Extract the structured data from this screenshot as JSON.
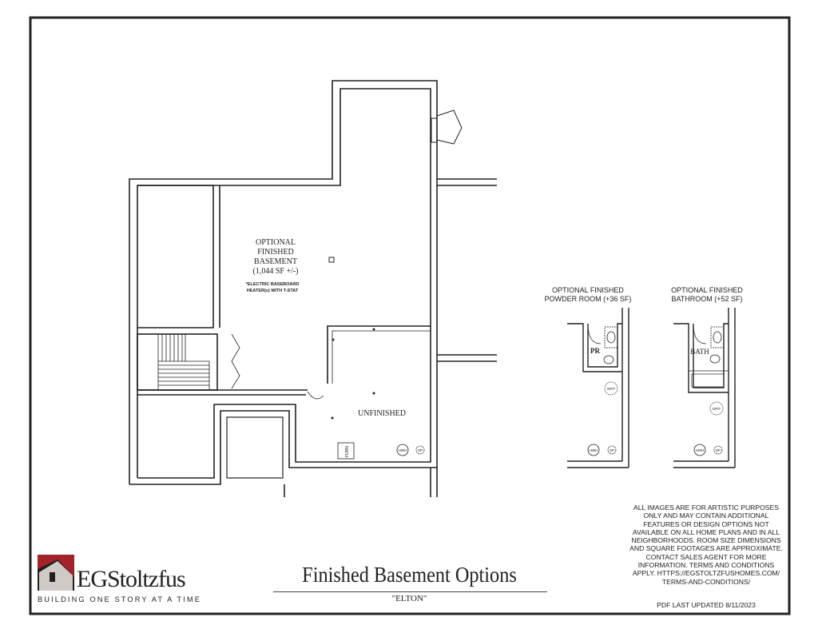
{
  "plan": {
    "main_room": [
      "OPTIONAL",
      "FINISHED",
      "BASEMENT",
      "(1,044 SF +/-)"
    ],
    "heater_note": [
      "*ELECTRIC BASEBOARD",
      "HEATER(s) WITH T-STAT"
    ],
    "unfinished_label": "UNFINISHED",
    "furnace_label": "FURN",
    "hwh_label": "HWH",
    "sp_label": "SP"
  },
  "options": [
    {
      "title": [
        "OPTIONAL FINISHED",
        "POWDER ROOM (+36 SF)"
      ],
      "room_label": "PR",
      "gpit_label": "GPIT",
      "hwh_label": "HWH",
      "sp_label": "SP"
    },
    {
      "title": [
        "OPTIONAL FINISHED",
        "BATHROOM (+52 SF)"
      ],
      "room_label": "BATH",
      "gpit_label": "GPIT",
      "hwh_label": "HWH",
      "sp_label": "SP"
    }
  ],
  "footer": {
    "logo_name": "EGStoltzfus",
    "tagline": "BUILDING ONE STORY AT A TIME",
    "title": "Finished Basement Options",
    "subtitle": "\"ELTON\"",
    "disclaimer": "ALL IMAGES ARE FOR ARTISTIC PURPOSES ONLY AND MAY CONTAIN ADDITIONAL FEATURES OR DESIGN OPTIONS NOT AVAILABLE ON ALL HOME PLANS AND IN ALL NEIGHBORHOODS.  ROOM SIZE DIMENSIONS AND SQUARE FOOTAGES ARE APPROXIMATE.  CONTACT SALES AGENT FOR MORE INFORMATION. TERMS AND CONDITIONS APPLY. HTTPS://EGSTOLTZFUSHOMES.COM/ TERMS-AND-CONDITIONS/",
    "updated": "PDF LAST UPDATED 8/11/2023"
  },
  "colors": {
    "logo_red": "#a3222c",
    "logo_dark": "#231f20",
    "logo_grey": "#cfcac4",
    "line": "#222222"
  }
}
